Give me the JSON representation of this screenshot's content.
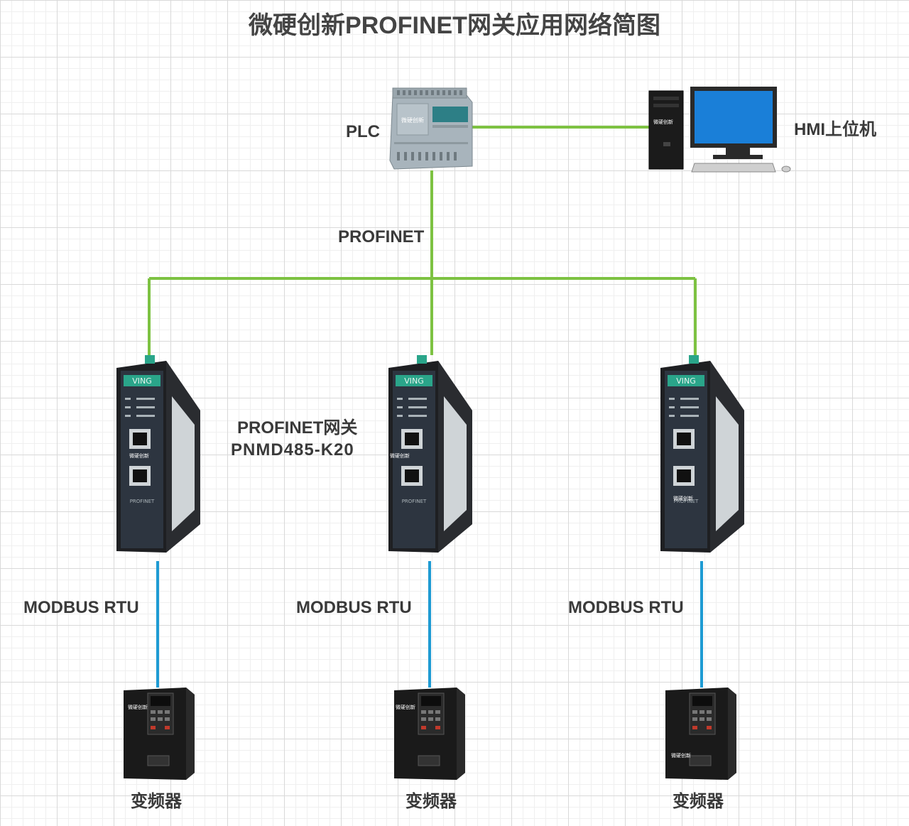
{
  "title": "微硬创新PROFINET网关应用网络简图",
  "labels": {
    "plc": "PLC",
    "hmi": "HMI上位机",
    "profinet": "PROFINET",
    "gateway_name": "PROFINET网关",
    "gateway_model": "PNMD485-K20",
    "modbus": [
      "MODBUS RTU",
      "MODBUS RTU",
      "MODBUS RTU"
    ],
    "inverter": [
      "变频器",
      "变频器",
      "变频器"
    ]
  },
  "device_text": {
    "gateway_brand": "VING",
    "gateway_port_label": "PROFINET",
    "watermark": "微硬创新"
  },
  "colors": {
    "profinet_line": "#7dc242",
    "modbus_line": "#1e9bd3",
    "device_body": "#1e1f22",
    "device_panel": "#2d3540",
    "accent_green": "#2aa58a",
    "monitor_screen": "#1a7fd8",
    "plc_body": "#a8b4bc"
  }
}
